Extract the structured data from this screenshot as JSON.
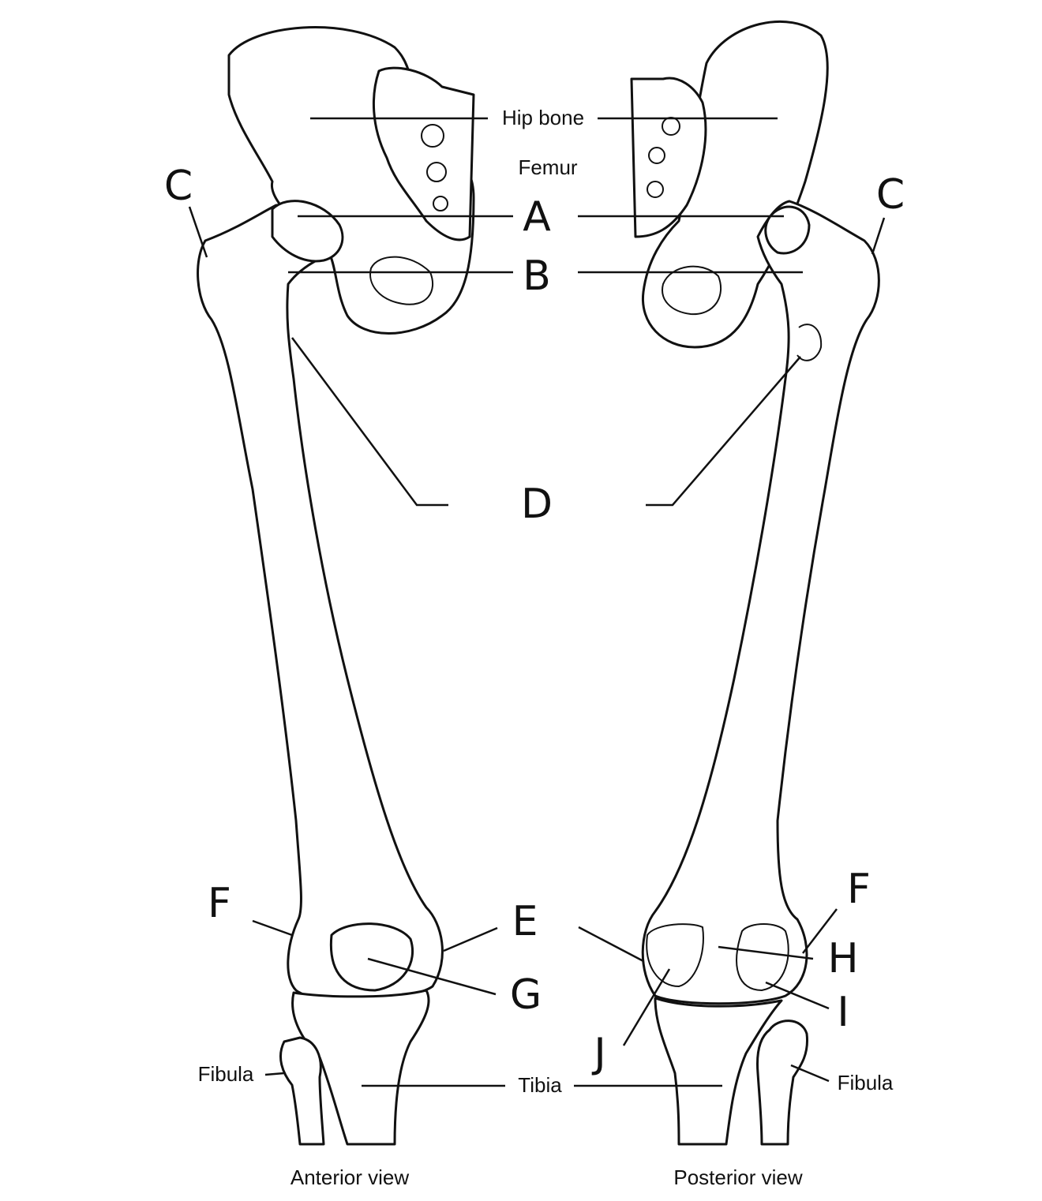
{
  "labels": {
    "hip_bone": "Hip bone",
    "femur": "Femur",
    "tibia": "Tibia",
    "fibula_left": "Fibula",
    "fibula_right": "Fibula",
    "anterior_view": "Anterior view",
    "posterior_view": "Posterior view"
  },
  "markers": {
    "A": "A",
    "B": "B",
    "C": "C",
    "D": "D",
    "E": "E",
    "F": "F",
    "G": "G",
    "H": "H",
    "I": "I",
    "J": "J"
  },
  "colors": {
    "ink": "#111111",
    "paper": "#ffffff"
  }
}
